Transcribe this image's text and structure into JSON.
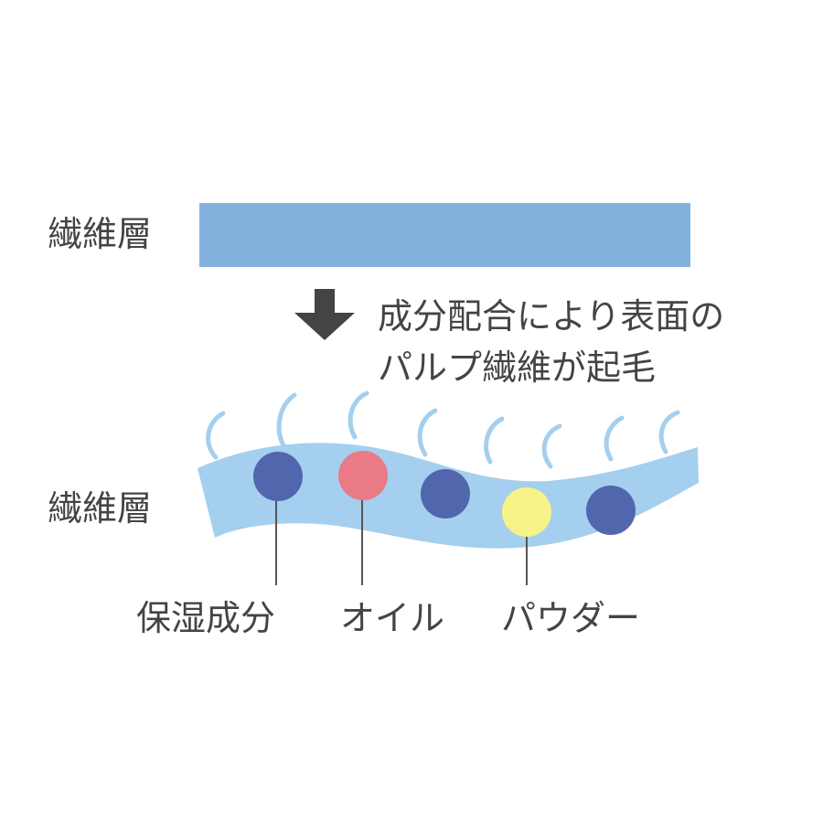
{
  "colors": {
    "fiber_blue": "#84b1dd",
    "fiber_light": "#a4cfee",
    "text": "#444444",
    "arrow": "#444444",
    "moisturizer": "#5266ad",
    "oil": "#ea7a85",
    "powder": "#f7f389",
    "leader_line": "#555555"
  },
  "labels": {
    "layer_before": "繊維層",
    "layer_after": "繊維層",
    "caption_line1": "成分配合により表面の",
    "caption_line2": "パルプ繊維が起毛",
    "moisturizer": "保湿成分",
    "oil": "オイル",
    "powder": "パウダー"
  },
  "icons": {
    "arrow": "arrow-down-icon"
  },
  "particles": [
    {
      "kind": "moisturizer",
      "labeled": true
    },
    {
      "kind": "oil",
      "labeled": true
    },
    {
      "kind": "moisturizer",
      "labeled": false
    },
    {
      "kind": "powder",
      "labeled": true
    },
    {
      "kind": "moisturizer",
      "labeled": false
    }
  ]
}
